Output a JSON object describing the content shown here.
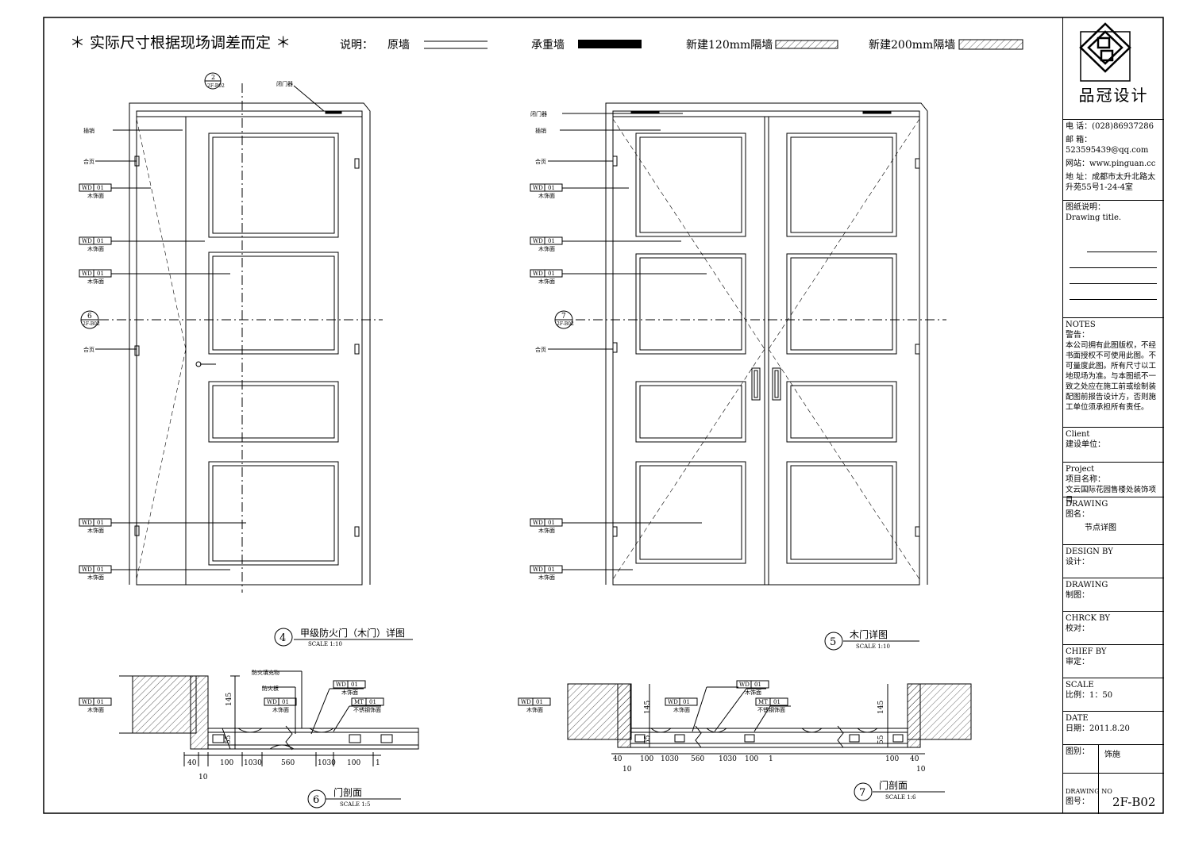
{
  "header": {
    "note": "＊ 实际尺寸根据现场调差而定 ＊",
    "legend_title": "说明：",
    "legend_original": "原墙",
    "legend_bearing": "承重墙",
    "legend_120": "新建120mm隔墙",
    "legend_200": "新建200mm隔墙"
  },
  "left_door": {
    "tag_ref": "2",
    "tag_sheet": "2F-B02",
    "closer": "闭门器",
    "bolt": "插销",
    "hinge": "合页",
    "wd": "WD",
    "wd_num": "01",
    "wood_finish": "木饰面",
    "section_ref": "6",
    "section_sheet": "2F-B02",
    "caption_num": "4",
    "caption": "甲级防火门（木门）详图",
    "scale": "SCALE 1:10"
  },
  "right_door": {
    "closer": "闭门器",
    "bolt": "插销",
    "hinge": "合页",
    "section_ref": "7",
    "section_sheet": "2F-B02",
    "caption_num": "5",
    "caption": "木门详图",
    "scale": "SCALE 1:10"
  },
  "section6": {
    "fire_fill": "防火填充物",
    "fire_board": "防火板",
    "mt": "MT",
    "steel": "不锈钢饰面",
    "dim_145": "145",
    "dim_55": "55",
    "dims": [
      "40",
      "100",
      "1030",
      "560",
      "1030",
      "100",
      "1"
    ],
    "dim_10": "10",
    "caption_num": "6",
    "caption": "门剖面",
    "scale": "SCALE 1:5"
  },
  "section7": {
    "dims": [
      "40",
      "100",
      "1030",
      "560",
      "1030",
      "100",
      "1",
      "100",
      "40"
    ],
    "dim_10a": "10",
    "dim_10b": "10",
    "caption_num": "7",
    "caption": "门剖面",
    "scale": "SCALE 1:6"
  },
  "title_block": {
    "brand": "品冠设计",
    "phone": "电 话：(028)86937286",
    "email": "邮 箱：523595439@qq.com",
    "web": "网站：www.pinguan.cc",
    "address": "地 址：成都市太升北路太升苑55号1-24-4室",
    "drawing_title_cn": "图纸说明：",
    "drawing_title_en": "Drawing title.",
    "notes_en": "NOTES",
    "notes_cn": "警告：",
    "notes_body": "本公司拥有此图版权，不经书面授权不可使用此图。不可量度此图。所有尺寸以工地现场为准。与本图纸不一致之处应在施工前或绘制装配图前报告设计方，否则施工单位须承担所有责任。",
    "client_en": "Client",
    "client_cn": "建设单位：",
    "project_en": "Project",
    "project_cn": "项目名称：",
    "project_name": "文云国际花园售楼处装饰项目",
    "drawing_en": "DRAWING",
    "drawing_cn": "图名：",
    "drawing_name": "节点详图",
    "design_en": "DESIGN BY",
    "design_cn": "设计：",
    "draw_en": "DRAWING",
    "draw_cn": "制图：",
    "check_en": "CHRCK BY",
    "check_cn": "校对：",
    "chief_en": "CHIEF BY",
    "chief_cn": "审定：",
    "scale_en": "SCALE",
    "scale_cn": "比例：1：50",
    "date_en": "DATE",
    "date_cn": "日期：2011.8.20",
    "type_label": "图别：",
    "type_value": "饰施",
    "no_en": "DRAWING NO",
    "no_cn": "图号：",
    "no_value": "2F-B02"
  }
}
